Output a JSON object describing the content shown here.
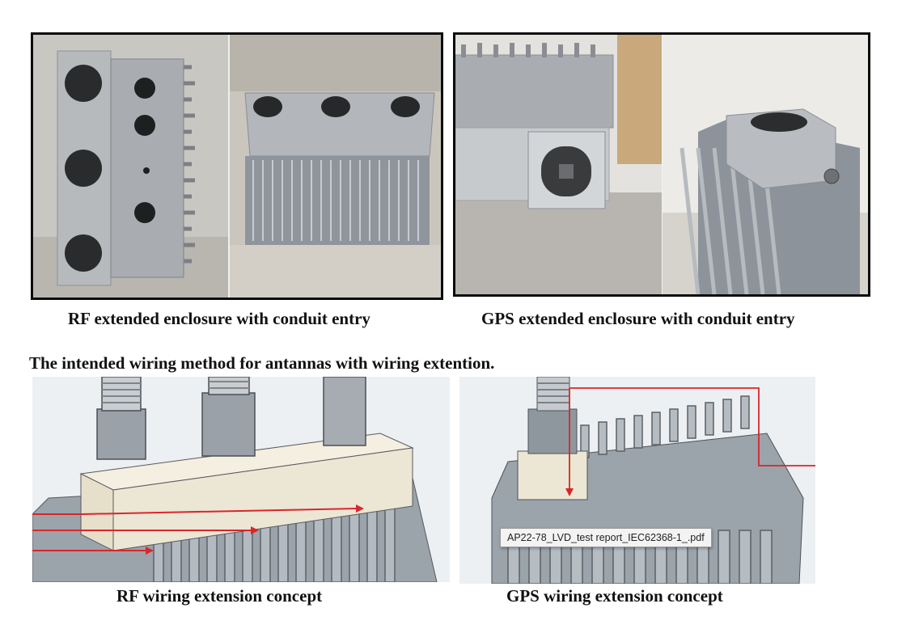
{
  "captions": {
    "rf_enclosure": "RF extended enclosure with conduit entry",
    "gps_enclosure": "GPS extended enclosure with conduit entry",
    "intro": "The intended wiring method for antannas with wiring extention.",
    "rf_concept": "RF wiring extension concept",
    "gps_concept": "GPS wiring extension concept"
  },
  "tooltip": {
    "filename": "AP22-78_LVD_test report_IEC62368-1_.pdf"
  },
  "colors": {
    "annotation_red": "#d9262b",
    "housing_gray": "#9ba3ab",
    "enclosure_beige": "#ece6d4"
  }
}
